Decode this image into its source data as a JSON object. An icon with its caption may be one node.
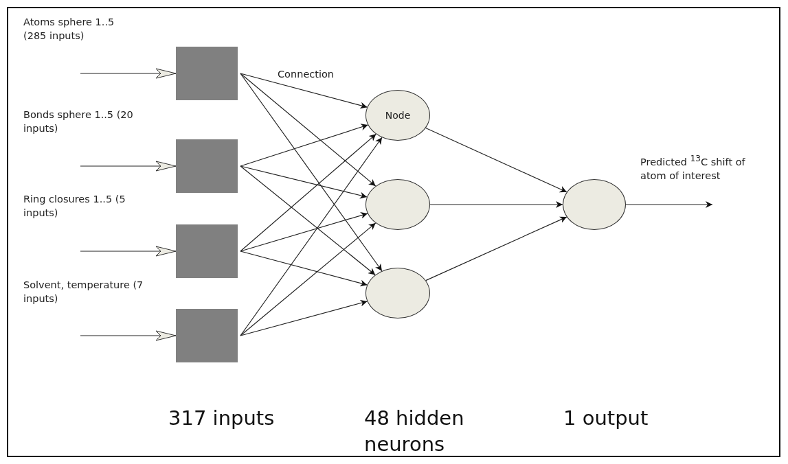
{
  "diagram": {
    "nodes": [
      {
        "text": [],
        "shape": "box"
      },
      {
        "text": [],
        "shape": "box"
      },
      {
        "text": [],
        "shape": "box"
      },
      {
        "text": [],
        "shape": "box"
      },
      {
        "text": [
          "Node"
        ]
      },
      {
        "text": [],
        "shape": "circle"
      },
      {
        "text": [],
        "shape": "circle"
      },
      {
        "text": [],
        "shape": "circle"
      }
    ],
    "edges": [
      {
        "from": null,
        "to": 0,
        "arrow": "to",
        "label": "Atoms sphere 1..5 (285 inputs)"
      },
      {
        "from": null,
        "to": 1,
        "arrow": "to",
        "label": "Bonds sphere 1..5 (20 inputs)"
      },
      {
        "from": null,
        "to": 2,
        "arrow": "to",
        "label": "Ring closures 1..5 (5 inputs)"
      },
      {
        "from": null,
        "to": 3,
        "arrow": "to",
        "label": "Solvent, temperature (7 inputs)"
      },
      {
        "from": 0,
        "to": 4,
        "arrow": "to",
        "label": "Connection"
      },
      {
        "from": 0,
        "to": 5,
        "arrow": "to"
      },
      {
        "from": 0,
        "to": 6,
        "arrow": "to"
      },
      {
        "from": 1,
        "to": 4,
        "arrow": "to"
      },
      {
        "from": 1,
        "to": 5,
        "arrow": "to"
      },
      {
        "from": 1,
        "to": 6,
        "arrow": "to"
      },
      {
        "from": 2,
        "to": 4,
        "arrow": "to"
      },
      {
        "from": 2,
        "to": 5,
        "arrow": "to"
      },
      {
        "from": 2,
        "to": 6,
        "arrow": "to"
      },
      {
        "from": 3,
        "to": 4,
        "arrow": "to"
      },
      {
        "from": 3,
        "to": 5,
        "arrow": "to"
      },
      {
        "from": 3,
        "to": 6,
        "arrow": "to"
      },
      {
        "from": 4,
        "to": 7,
        "arrow": "to"
      },
      {
        "from": 5,
        "to": 7,
        "arrow": "to"
      },
      {
        "from": 6,
        "to": 7,
        "arrow": "to"
      },
      {
        "from": 7,
        "to": null,
        "arrow": "to",
        "label": "Predicted $^{13}$C shift of atom of interest"
      }
    ],
    "labels": [
      "317 inputs",
      "48 hidden neurons",
      "1 output"
    ]
  }
}
